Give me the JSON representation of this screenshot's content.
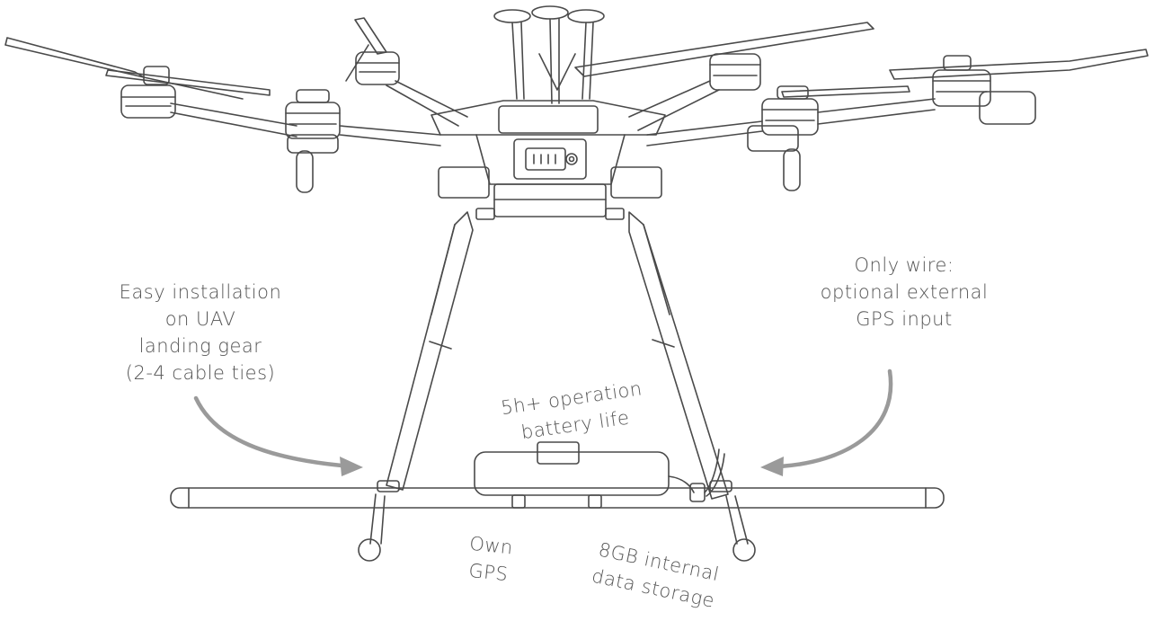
{
  "colors": {
    "line": "#4a4a4a",
    "arrow": "#9a9a9a",
    "text": "#555555",
    "background": "#ffffff"
  },
  "labels": {
    "installation": {
      "lines": [
        "Easy installation",
        "on UAV",
        "landing gear",
        "(2-4 cable ties)"
      ]
    },
    "wire": {
      "lines": [
        "Only wire:",
        "optional external",
        "GPS input"
      ]
    },
    "battery": {
      "lines": [
        "5h+ operation",
        "battery life"
      ]
    },
    "gps": {
      "lines": [
        "Own",
        "GPS"
      ]
    },
    "storage": {
      "lines": [
        "8GB internal",
        "data storage"
      ]
    }
  }
}
